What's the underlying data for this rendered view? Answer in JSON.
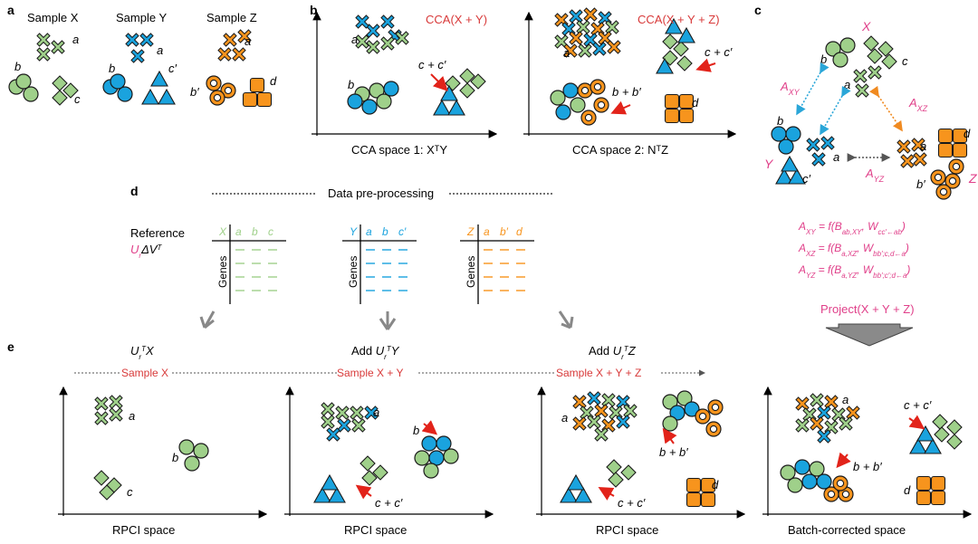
{
  "colors": {
    "green": "#9fd08a",
    "blue": "#1aa3de",
    "orange": "#f7941d",
    "red": "#e2231a",
    "magenta": "#e0408a",
    "teal_dotted": "#2aa6d8",
    "orange_dotted": "#f08a20",
    "grey_arrow": "#7a7a7a"
  },
  "panel_labels": {
    "a": "a",
    "b": "b",
    "c": "c",
    "d": "d",
    "e": "e"
  },
  "panel_a": {
    "titles": [
      "Sample X",
      "Sample Y",
      "Sample Z"
    ],
    "letters": {
      "x_a": "a",
      "x_b": "b",
      "x_c": "c",
      "y_a": "a",
      "y_b": "b",
      "y_c": "c′",
      "z_a": "a",
      "z_b": "b′",
      "z_d": "d"
    }
  },
  "panel_b": {
    "plot1_title": "CCA(X + Y)",
    "plot2_title": "CCA(X + Y + Z)",
    "plot1_axis": "CCA space 1: XᵀY",
    "plot2_axis": "CCA space 2: NᵀZ",
    "letters": {
      "p1_a": "a",
      "p1_b": "b",
      "p1_cc": "c + c′",
      "p2_a": "a",
      "p2_cc": "c + c′",
      "p2_bb": "b + b′",
      "p2_d": "d"
    }
  },
  "panel_c": {
    "letters": {
      "X": "X",
      "Y": "Y",
      "Z": "Z",
      "b": "b",
      "c": "c",
      "a": "a",
      "by": "b",
      "ay": "a",
      "cy": "c′",
      "az": "a",
      "dz": "d",
      "bz": "b′"
    },
    "edges": {
      "axy": "A_XY",
      "axz": "A_XZ",
      "ayz": "A_YZ"
    },
    "formulas": [
      "A_XY = f(B_ab,XY, W_cc′←ab)",
      "A_XZ = f(B_a,XZ, W_bb′;c,d←a)",
      "A_YZ = f(B_a,YZ, W_bb′;c′;d←a)"
    ],
    "project": "Project(X + Y + Z)"
  },
  "panel_d": {
    "title": "Data pre-processing",
    "reference": "Reference",
    "reference_formula": "UᵣΔVᵀ",
    "genes": "Genes",
    "tables": [
      {
        "name": "X",
        "cols": [
          "a",
          "b",
          "c"
        ]
      },
      {
        "name": "Y",
        "cols": [
          "a",
          "b",
          "c′"
        ]
      },
      {
        "name": "Z",
        "cols": [
          "a",
          "b′",
          "d"
        ]
      }
    ]
  },
  "panel_e": {
    "steps": [
      "UᵣᵀX",
      "Add UᵣᵀY",
      "Add UᵣᵀZ"
    ],
    "samples": [
      "Sample X",
      "Sample X + Y",
      "Sample X + Y + Z"
    ],
    "axes": [
      "RPCI space",
      "RPCI space",
      "RPCI space",
      "Batch-corrected space"
    ],
    "letters": {
      "p1_a": "a",
      "p1_b": "b",
      "p1_c": "c",
      "p2_a": "a",
      "p2_b": "b",
      "p2_cc": "c + c′",
      "p3_a": "a",
      "p3_bb": "b + b′",
      "p3_cc": "c + c′",
      "p3_d": "d",
      "p4_a": "a",
      "p4_cc": "c + c′",
      "p4_bb": "b + b′",
      "p4_d": "d"
    }
  }
}
